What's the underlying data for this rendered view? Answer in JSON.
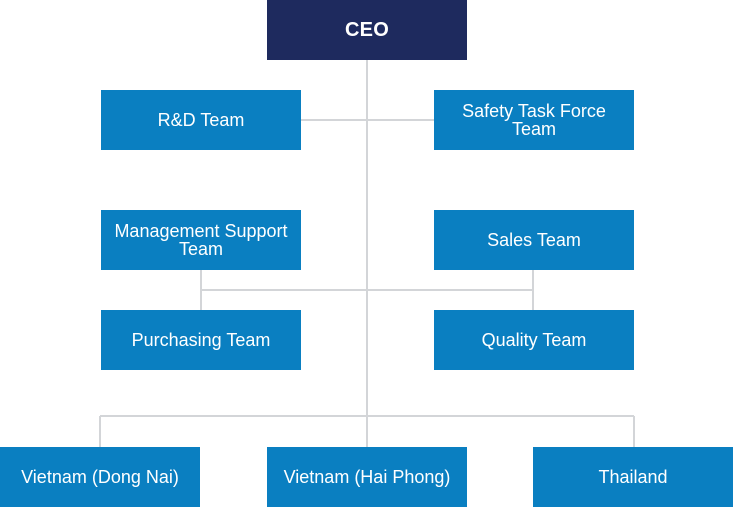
{
  "org_chart": {
    "ceo": "CEO",
    "rd_team": "R&D Team",
    "safety_task_force_team": "Safety Task Force Team",
    "management_support_team": "Management Support Team",
    "sales_team": "Sales Team",
    "purchasing_team": "Purchasing Team",
    "quality_team": "Quality Team",
    "vietnam_dong_nai": "Vietnam (Dong Nai)",
    "vietnam_hai_phong": "Vietnam (Hai Phong)",
    "thailand": "Thailand"
  },
  "colors": {
    "ceo_box": "#1e2a5e",
    "team_box": "#0a7fc1",
    "connector": "#d3d5d8",
    "text": "#ffffff"
  }
}
